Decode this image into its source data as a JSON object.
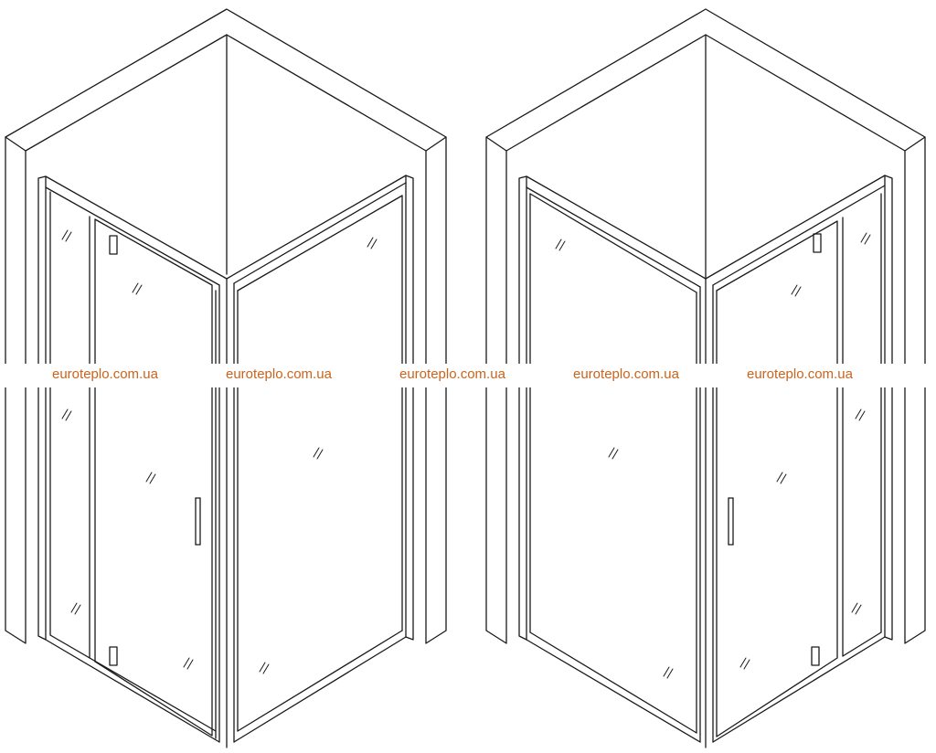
{
  "colors": {
    "line": "#1a1a1a",
    "background": "#ffffff",
    "watermark": "#c8641e"
  },
  "watermarks": [
    {
      "text": "euroteplo.com.ua"
    },
    {
      "text": "euroteplo.com.ua"
    },
    {
      "text": "euroteplo.com.ua"
    },
    {
      "text": "euroteplo.com.ua"
    },
    {
      "text": "euroteplo.com.ua"
    }
  ]
}
